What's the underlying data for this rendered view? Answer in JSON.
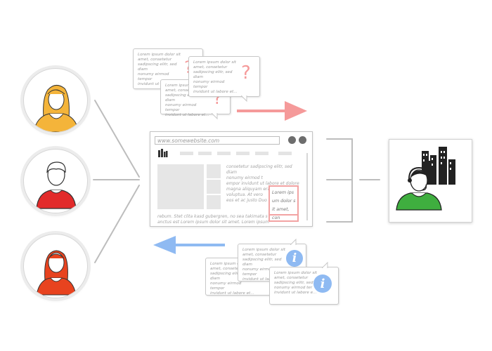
{
  "browser": {
    "url": "www.somewebsite.com",
    "paragraph_right": "consetetur sadipscing elitr, sed diam\nnonumy eirmod t\nempor invidunt ut labore et dolore\nmagna aliquyam erat, sed diam\nvoluptua. At vero\neos et ac justo Duo",
    "paragraph_bottom": "rebum. Stet clita kasd gubergren, no sea takimata s\nanctus est Lorem ipsum dolor sit amet. Lorem ipsum",
    "highlight_text": "Lorem ips\num dolor s\nit amet, con"
  },
  "question_bubbles": [
    {
      "text": "Lorem ipsum dolor sit\namet, consetetur\nsadipscing elitr, sed diam\nnonumy eirmod tempor\ninvidunt ut labore et..."
    },
    {
      "text": "Lorem ipsum dolor sit\namet, consetetur\nsadipscing elitr, sed diam\nnonumy eirmod tempor\ninvidunt ut labore et..."
    },
    {
      "text": "Lorem ipsum dolor sit\namet, consetetur\nsadipscing elitr, sed diam\nnonumy eirmod tempor\ninvidunt ut labore et..."
    }
  ],
  "info_bubbles": [
    {
      "text": "Lorem ipsum dolor sit\namet, consetetur\nsadipscing elitr, sed diam\nnonumy eirmod tempor\ninvidunt ut labore et..."
    },
    {
      "text": "Lorem ipsum dolor sit\namet, consetetur\nsadipscing elitr, sed diam\nnonumy eirmod tempor\ninvidunt ut labore et..."
    },
    {
      "text": "Lorem ipsum dolor sit\namet, consetetur\nsadipscing elitr, sed\nnonumy eirmod ter\ninvidunt ut labore e..."
    }
  ],
  "marks": {
    "question": "?",
    "info": "i"
  },
  "colors": {
    "question_accent": "#f59a9a",
    "info_accent": "#8fbaf2",
    "connector": "#bdbdbd",
    "highlight_border": "#f2a3a3"
  },
  "icons": {
    "users": [
      "user-blonde-woman-icon",
      "user-dark-haired-man-icon",
      "user-redhead-woman-icon"
    ],
    "company": "support-agent-with-city-skyline-icon",
    "browser_logo": "building-logo-icon"
  }
}
